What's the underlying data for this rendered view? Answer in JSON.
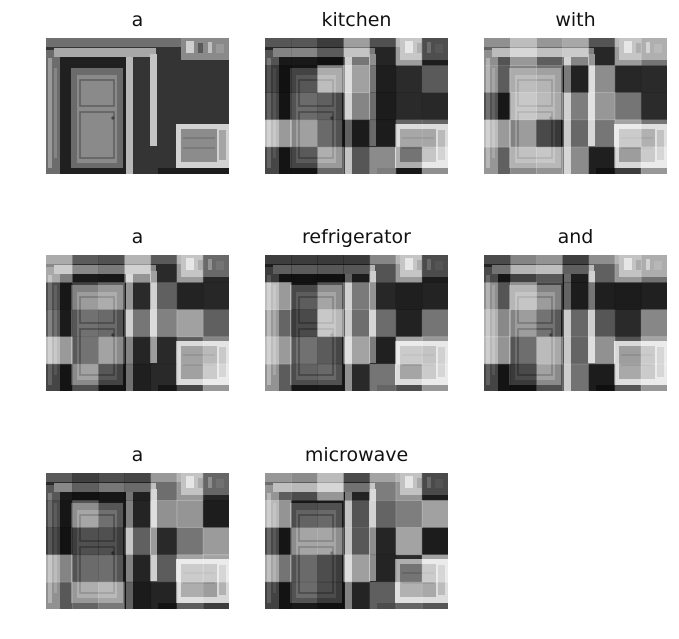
{
  "captions": [
    "a",
    "kitchen",
    "with",
    "a",
    "refrigerator",
    "and",
    "a",
    "microwave"
  ],
  "colors": {
    "background": "#ffffff",
    "text": "#111111"
  }
}
